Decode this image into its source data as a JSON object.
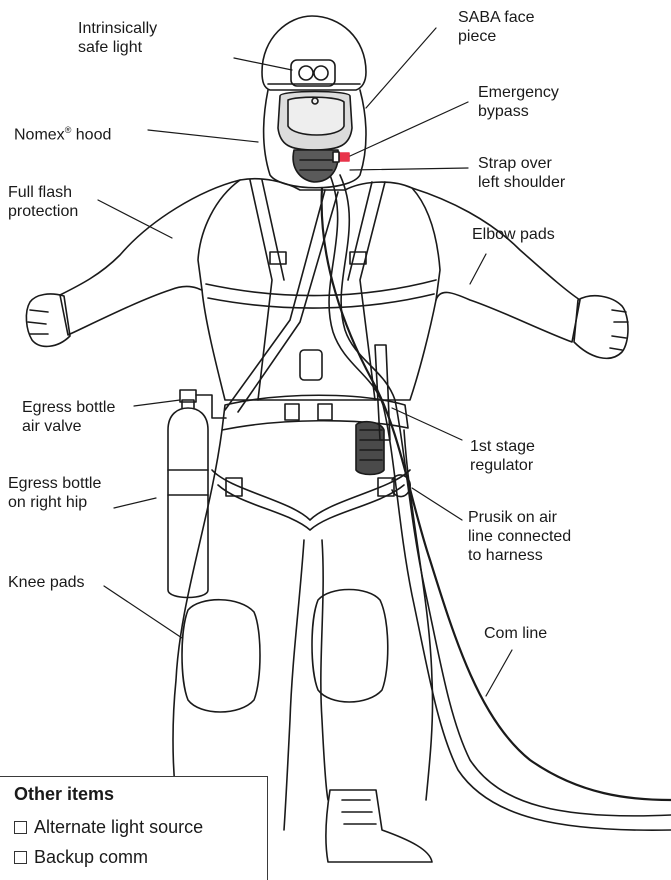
{
  "labels": {
    "light": "Intrinsically\nsafe light",
    "saba": "SABA face\npiece",
    "bypass": "Emergency\nbypass",
    "nomex_name": "Nomex",
    "nomex_mark": "®",
    "nomex_rest": " hood",
    "strap": "Strap over\nleft shoulder",
    "flash": "Full flash\nprotection",
    "elbow": "Elbow pads",
    "valve": "Egress bottle\nair valve",
    "regulator": "1st stage\nregulator",
    "bottle": "Egress bottle\non right hip",
    "prusik": "Prusik on air\nline connected\nto harness",
    "knee": "Knee pads",
    "comline": "Com line"
  },
  "other_items": {
    "title": "Other items",
    "items": [
      "Alternate light source",
      "Backup comm"
    ]
  },
  "colors": {
    "bypass_marker": "#e8344a",
    "line": "#1a1a1a"
  }
}
